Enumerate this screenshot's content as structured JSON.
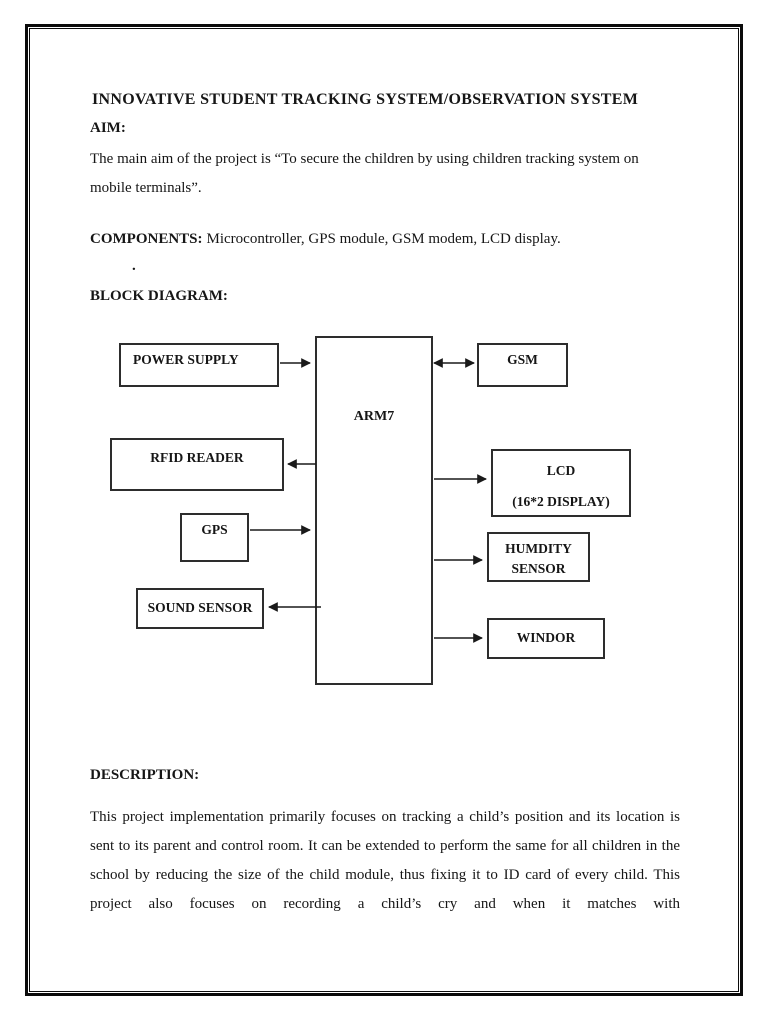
{
  "document": {
    "title": "INNOVATIVE STUDENT TRACKING SYSTEM/OBSERVATION SYSTEM",
    "aim": {
      "heading": "AIM:",
      "body": "The main aim of the project is “To secure the children by using children tracking system on mobile terminals”."
    },
    "components": {
      "heading": "COMPONENTS:",
      "body": "Microcontroller,  GPS module, GSM modem, LCD display."
    },
    "stray_period": ".",
    "block_diagram_heading": "BLOCK DIAGRAM:",
    "description": {
      "heading": "DESCRIPTION:",
      "body": "This project implementation primarily focuses on tracking a child’s position and its location is sent to its parent and control room. It can be extended to perform the same for all children in the school by reducing the size of the child module, thus fixing it to ID card of every child. This project also focuses on recording a child’s cry and when it matches with"
    }
  },
  "diagram": {
    "blocks": {
      "power_supply": {
        "label": "POWER SUPPLY"
      },
      "arm7": {
        "label": "ARM7"
      },
      "gsm": {
        "label": "GSM"
      },
      "rfid_reader": {
        "label": "RFID READER"
      },
      "lcd": {
        "line1": "LCD",
        "line2": "(16*2 DISPLAY)"
      },
      "gps": {
        "label": "GPS"
      },
      "humidity_sensor": {
        "line1": "HUMDITY",
        "line2": "SENSOR"
      },
      "sound_sensor": {
        "label": "SOUND SENSOR"
      },
      "windor": {
        "label": "WINDOR"
      }
    },
    "connections": [
      {
        "from": "POWER SUPPLY",
        "to": "ARM7",
        "direction": "to"
      },
      {
        "from": "ARM7",
        "to": "GSM",
        "direction": "both"
      },
      {
        "from": "ARM7",
        "to": "RFID READER",
        "direction": "to"
      },
      {
        "from": "ARM7",
        "to": "LCD (16*2 DISPLAY)",
        "direction": "to"
      },
      {
        "from": "GPS",
        "to": "ARM7",
        "direction": "to"
      },
      {
        "from": "ARM7",
        "to": "HUMDITY SENSOR",
        "direction": "to"
      },
      {
        "from": "ARM7",
        "to": "SOUND SENSOR",
        "direction": "to"
      },
      {
        "from": "ARM7",
        "to": "WINDOR",
        "direction": "to"
      }
    ]
  },
  "colors": {
    "ink": "#161616",
    "paper": "#ffffff"
  }
}
